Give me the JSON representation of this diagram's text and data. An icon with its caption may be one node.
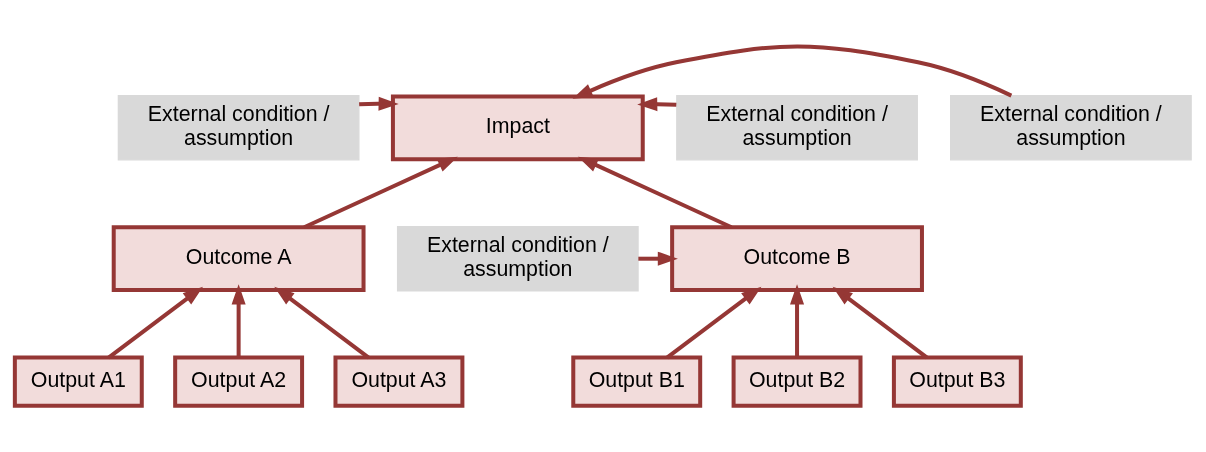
{
  "diagram": {
    "nodes": [
      {
        "text": [
          "Impact"
        ]
      },
      {
        "text": [
          "External condition / assumption"
        ]
      },
      {
        "text": [
          "External condition / assumption"
        ]
      },
      {
        "text": [
          "External condition / assumption"
        ]
      },
      {
        "text": [
          "Outcome A"
        ]
      },
      {
        "text": [
          "Outcome B"
        ]
      },
      {
        "text": [
          "External condition / assumption"
        ]
      },
      {
        "text": [
          "Output A1"
        ]
      },
      {
        "text": [
          "Output A2"
        ]
      },
      {
        "text": [
          "Output A3"
        ]
      },
      {
        "text": [
          "Output B1"
        ]
      },
      {
        "text": [
          "Output B2"
        ]
      },
      {
        "text": [
          "Output B3"
        ]
      }
    ],
    "edges": [
      {
        "from": 1,
        "to": 0,
        "arrow": "to"
      },
      {
        "from": 2,
        "to": 0,
        "arrow": "to"
      },
      {
        "from": 3,
        "to": 0,
        "arrow": "to"
      },
      {
        "from": 4,
        "to": 0,
        "arrow": "to"
      },
      {
        "from": 5,
        "to": 0,
        "arrow": "to"
      },
      {
        "from": 6,
        "to": 5,
        "arrow": "to"
      },
      {
        "from": 7,
        "to": 4,
        "arrow": "to"
      },
      {
        "from": 8,
        "to": 4,
        "arrow": "to"
      },
      {
        "from": 9,
        "to": 4,
        "arrow": "to"
      },
      {
        "from": 10,
        "to": 5,
        "arrow": "to"
      },
      {
        "from": 11,
        "to": 5,
        "arrow": "to"
      },
      {
        "from": 12,
        "to": 5,
        "arrow": "to"
      }
    ]
  }
}
